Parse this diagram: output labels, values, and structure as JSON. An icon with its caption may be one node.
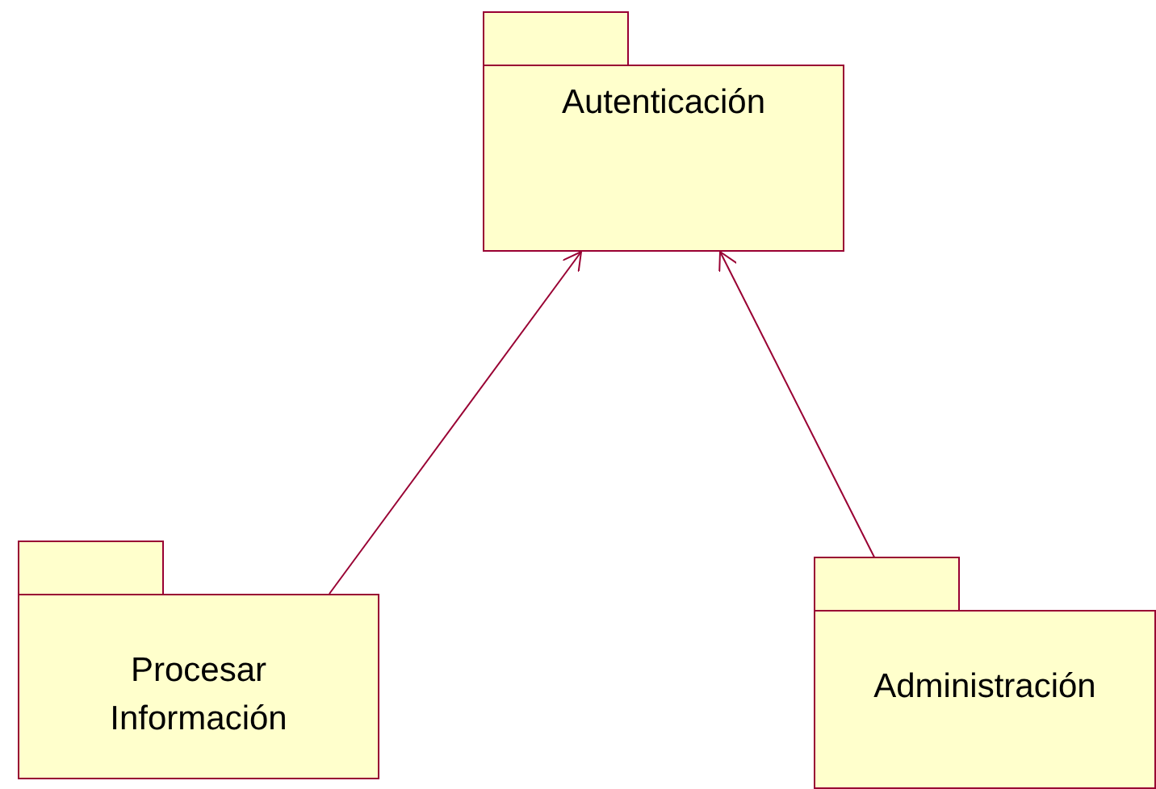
{
  "diagram": {
    "nodes": [
      {
        "text": [
          "Autenticación"
        ]
      },
      {
        "text": [
          "Procesar Información"
        ]
      },
      {
        "text": [
          "Administración"
        ]
      }
    ],
    "edges": [
      {
        "from": 1,
        "to": 0,
        "arrow": "to"
      },
      {
        "from": 2,
        "to": 0,
        "arrow": "to"
      }
    ]
  }
}
